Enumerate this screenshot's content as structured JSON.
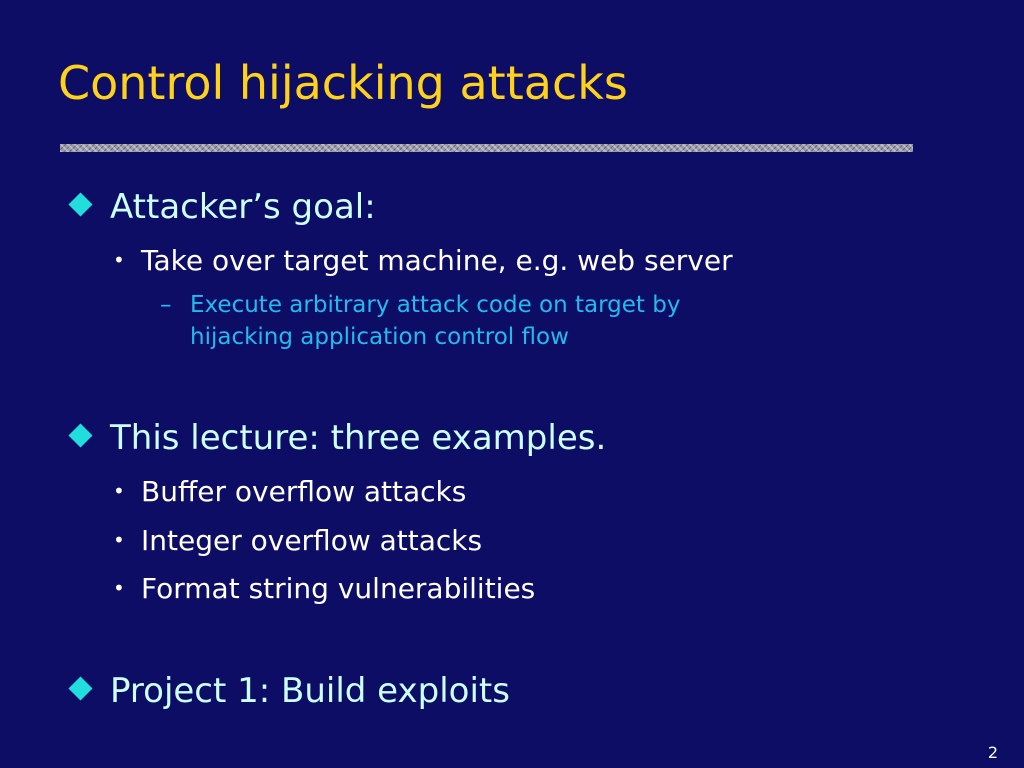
{
  "colors": {
    "background": "#0d0d66",
    "title": "#ffd21a",
    "bullet_text": "#ccffff",
    "diamond": "#22dddd",
    "subbullet_text": "#ffffff",
    "subsub_text": "#22bbee",
    "slide_number": "#ffffff"
  },
  "slide": {
    "title": "Control hijacking attacks",
    "number": "2",
    "bullets": [
      {
        "text": "Attacker’s goal:",
        "sub": [
          {
            "text": "Take over target machine, e.g.   web server",
            "sub": [
              "Execute arbitrary attack code on target by hijacking application control flow"
            ]
          }
        ]
      },
      {
        "text": "This lecture:   three examples.",
        "sub": [
          {
            "text": "Buffer overflow attacks"
          },
          {
            "text": "Integer overflow attacks"
          },
          {
            "text": "Format string vulnerabilities"
          }
        ]
      },
      {
        "text": "Project 1:    Build exploits"
      }
    ]
  }
}
